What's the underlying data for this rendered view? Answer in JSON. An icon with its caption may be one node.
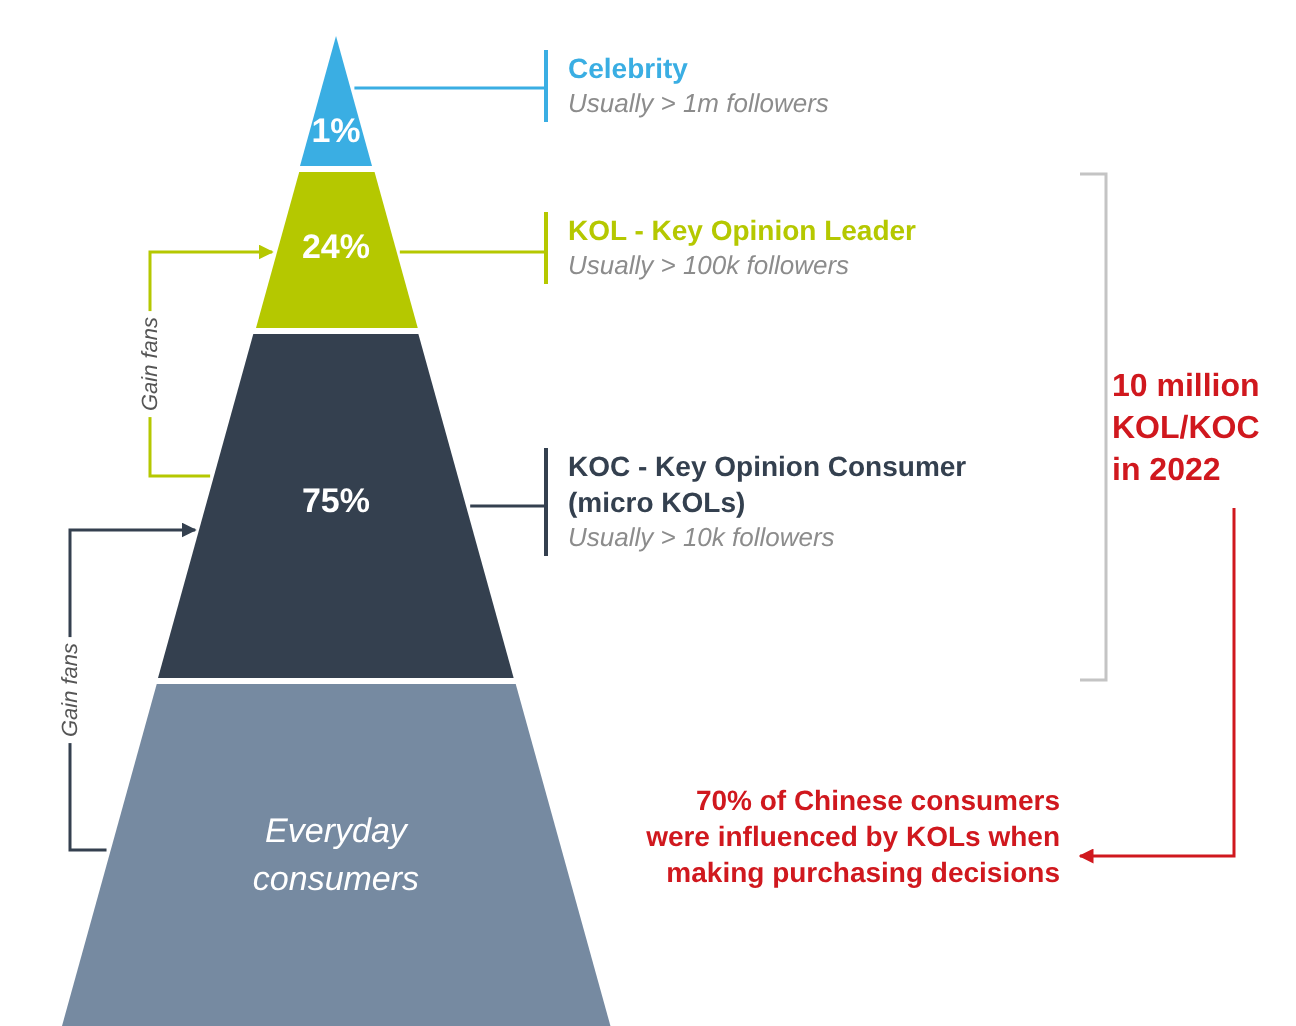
{
  "diagram": {
    "nodes": [
      {
        "text": [
          "1%"
        ]
      },
      {
        "text": [
          "24%"
        ]
      },
      {
        "text": [
          "75%"
        ]
      },
      {
        "text": [
          "Everyday consumers"
        ]
      },
      {
        "text": [
          "Celebrity",
          "Usually > 1m followers"
        ]
      },
      {
        "text": [
          "KOL - Key Opinion Leader",
          "Usually > 100k followers"
        ]
      },
      {
        "text": [
          "KOC - Key Opinion Consumer (micro KOLs)",
          "Usually > 10k followers"
        ]
      },
      {
        "text": [
          "10 million KOL/KOC in 2022"
        ]
      },
      {
        "text": [
          "70% of Chinese consumers were influenced by KOLs when making purchasing decisions"
        ]
      }
    ],
    "edges": [
      {
        "from": 0,
        "to": 4,
        "arrow": "none",
        "color": "#3aaee3"
      },
      {
        "from": 1,
        "to": 5,
        "arrow": "none",
        "color": "#b5c800"
      },
      {
        "from": 2,
        "to": 6,
        "arrow": "none",
        "color": "#34404f"
      },
      {
        "from": 2,
        "to": 1,
        "arrow": "to",
        "label": "Gain fans",
        "color": "#b5c800"
      },
      {
        "from": 3,
        "to": 2,
        "arrow": "to",
        "label": "Gain fans",
        "color": "#34404f"
      },
      {
        "from": 7,
        "to": 8,
        "arrow": "to",
        "color": "#d0181e"
      }
    ]
  }
}
